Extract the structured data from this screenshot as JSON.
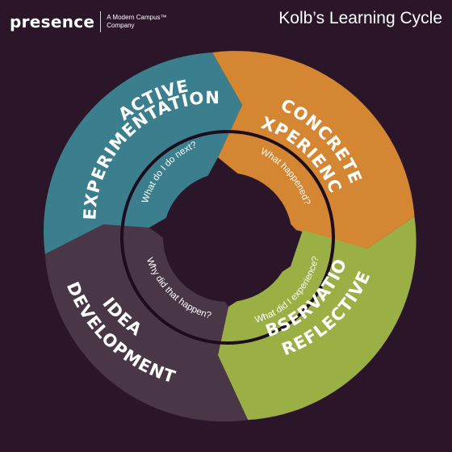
{
  "header": {
    "brand": "presence",
    "tagline_line1": "A Modern Campus™",
    "tagline_line2": "Company",
    "title": "Kolb’s Learning Cycle"
  },
  "colors": {
    "background": "#2a1529",
    "concrete": "#d58632",
    "reflective": "#9bb044",
    "idea": "#493647",
    "active": "#3b7f8f",
    "ring": "#1d0c1c"
  },
  "stages": [
    {
      "key": "concrete",
      "label_line1": "CONCRETE",
      "label_line2": "EXPERIENCE",
      "question": "What happened?"
    },
    {
      "key": "reflective",
      "label_line1": "REFLECTIVE",
      "label_line2": "OBSERVATION",
      "question": "What did I experience?"
    },
    {
      "key": "idea",
      "label_line1": "IDEA",
      "label_line2": "DEVELOPMENT",
      "question": "Why did that happen?"
    },
    {
      "key": "active",
      "label_line1": "ACTIVE",
      "label_line2": "EXPERIMENTATION",
      "question": "What do I do next?"
    }
  ]
}
